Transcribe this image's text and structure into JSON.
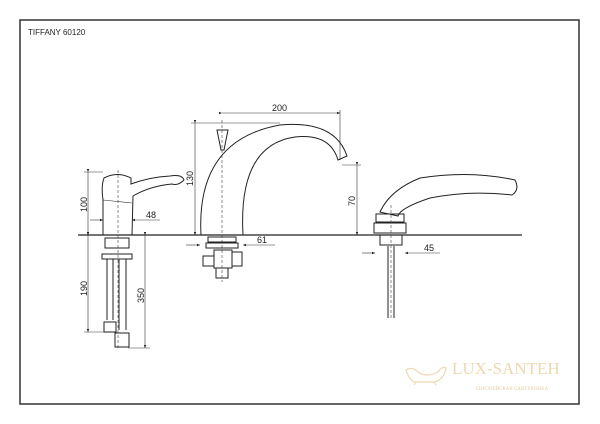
{
  "title": "TIFFANY 60120",
  "dimensions": {
    "lever_height": "100",
    "lever_width": "48",
    "pipe_length": "190",
    "total_pipe": "350",
    "spout_height": "130",
    "spout_reach": "200",
    "spout_clearance": "70",
    "spout_base": "61",
    "shower_base": "45"
  },
  "watermark": {
    "name": "LUX-SANTEH",
    "subtitle": "ЕВРОПЕЙСКАЯ САНТЕХНИКА",
    "color": "#ecd9b0"
  }
}
